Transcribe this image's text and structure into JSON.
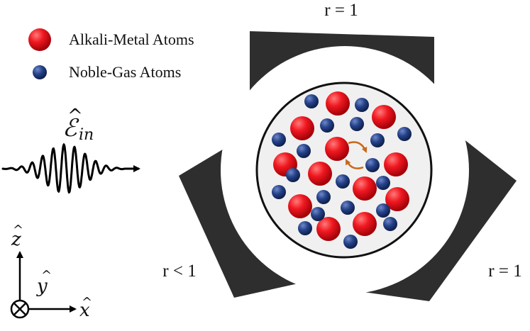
{
  "legend": {
    "alkali_label": "Alkali-Metal Atoms",
    "noble_label": "Noble-Gas Atoms"
  },
  "mirrors": {
    "top_reflectivity": "r = 1",
    "left_reflectivity": "r < 1",
    "right_reflectivity": "r = 1"
  },
  "input_field": {
    "symbol": "ℰ",
    "hat": "^",
    "subscript": "in"
  },
  "axes": {
    "z": "z",
    "y": "y",
    "x": "x",
    "hat": "^"
  },
  "colors": {
    "alkali": "#e8101a",
    "noble": "#1f3a7a",
    "mirror": "#2e2e2e",
    "exchange_arrow": "#c8691a",
    "cell_fill": "#f0f0f0"
  },
  "icons": {
    "exchange": "spin-exchange-arrows-icon",
    "wave": "light-wave-icon",
    "axis_y": "into-page-cross-icon"
  }
}
